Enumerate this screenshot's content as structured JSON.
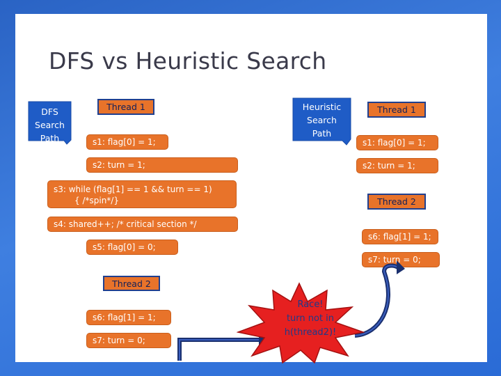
{
  "title": "DFS vs Heuristic Search",
  "dfs_callout": [
    "DFS",
    "Search",
    "Path"
  ],
  "heuristic_callout": [
    "Heuristic",
    "Search",
    "Path"
  ],
  "left": {
    "thread1": "Thread 1",
    "s1": "s1: flag[0] = 1;",
    "s2": "s2: turn = 1;",
    "s3_line1": "s3: while (flag[1] == 1 && turn == 1)",
    "s3_line2": "{ /*spin*/}",
    "s4": "s4: shared++; /* critical section */",
    "s5": "s5: flag[0] = 0;",
    "thread2": "Thread 2",
    "s6": "s6: flag[1] = 1;",
    "s7": "s7: turn = 0;"
  },
  "right": {
    "thread1": "Thread 1",
    "s1": "s1: flag[0] = 1;",
    "s2": "s2: turn = 1;",
    "thread2": "Thread 2",
    "s6": "s6: flag[1] = 1;",
    "s7": "s7: turn = 0;"
  },
  "race": [
    "Race!",
    "turn not in",
    "h(thread2)!"
  ],
  "colors": {
    "statement_box": "#e8732a",
    "thread_border": "#1f3f8f",
    "callout": "#1f5cc6",
    "star": "#e02020",
    "background": "#2a63c4"
  }
}
